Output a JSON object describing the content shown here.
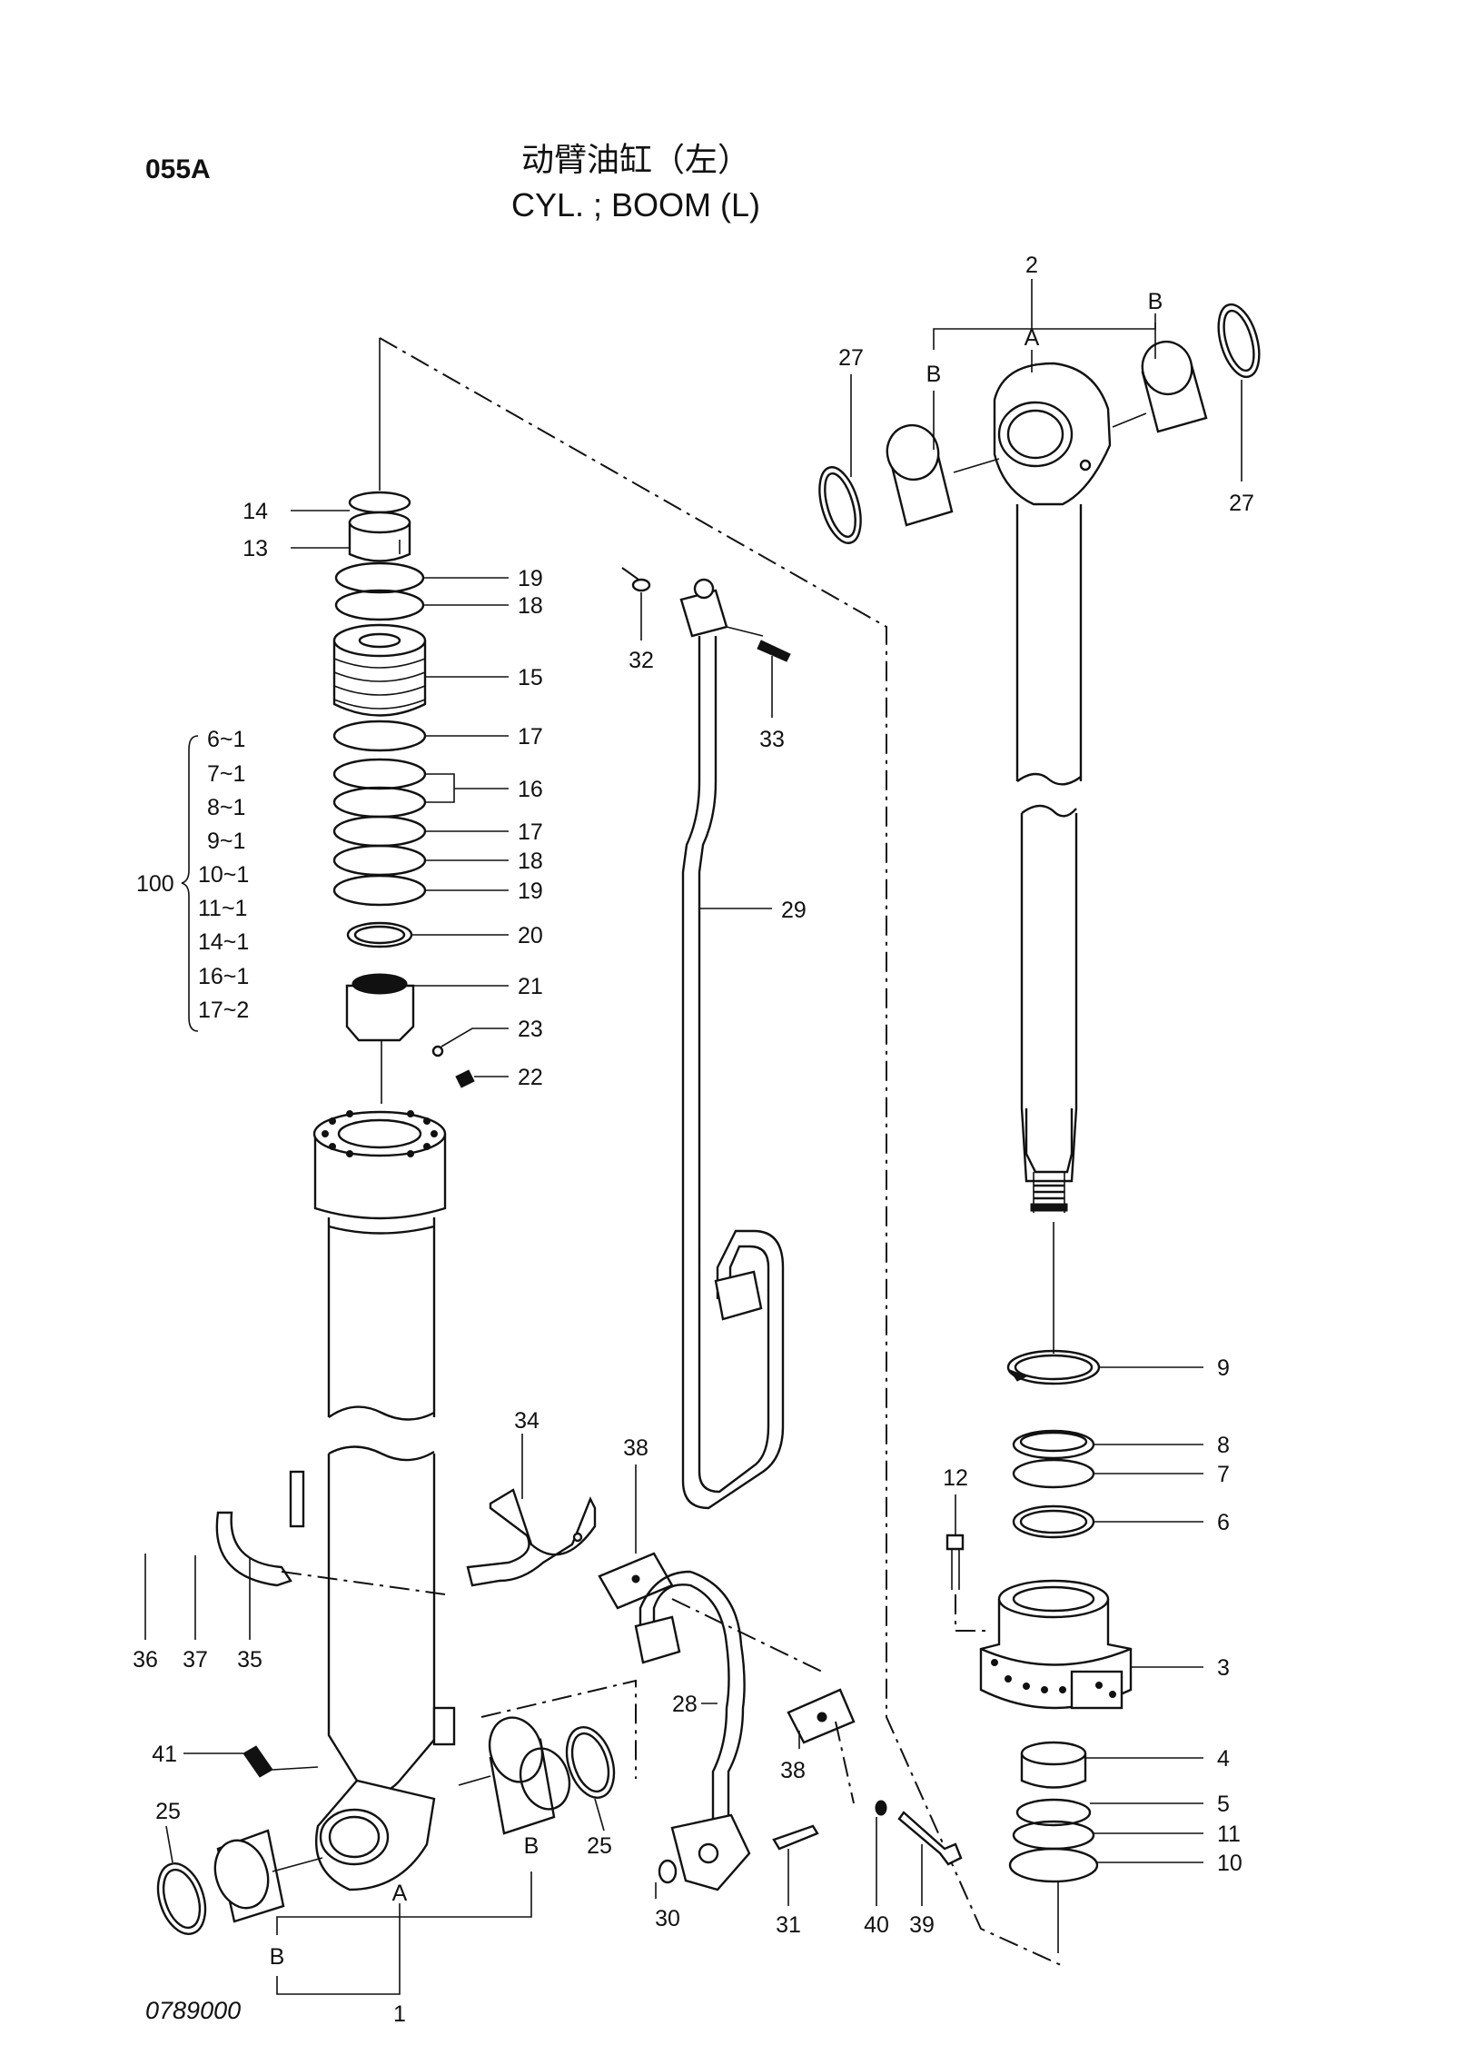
{
  "header": {
    "code": "055A",
    "title_cn": "动臂油缸（左）",
    "title_en": "CYL. ; BOOM (L)"
  },
  "footer": {
    "drawing_number": "0789000"
  },
  "kit": {
    "number": "100",
    "items": [
      "6~1",
      "7~1",
      "8~1",
      "9~1",
      "10~1",
      "11~1",
      "14~1",
      "16~1",
      "17~2"
    ]
  },
  "labels": {
    "p1": "1",
    "p2": "2",
    "p3": "3",
    "p4": "4",
    "p5": "5",
    "p6": "6",
    "p7": "7",
    "p8": "8",
    "p9": "9",
    "p10": "10",
    "p11": "11",
    "p12": "12",
    "p13": "13",
    "p14": "14",
    "p15": "15",
    "p16": "16",
    "p17a": "17",
    "p17b": "17",
    "p18a": "18",
    "p18b": "18",
    "p19a": "19",
    "p19b": "19",
    "p20": "20",
    "p21": "21",
    "p22": "22",
    "p23": "23",
    "p25a": "25",
    "p25b": "25",
    "p27a": "27",
    "p27b": "27",
    "p28": "28",
    "p29": "29",
    "p30": "30",
    "p31": "31",
    "p32": "32",
    "p33": "33",
    "p34": "34",
    "p35": "35",
    "p36": "36",
    "p37": "37",
    "p38a": "38",
    "p38b": "38",
    "p39": "39",
    "p40": "40",
    "p41": "41",
    "A1": "A",
    "B1a": "B",
    "B1b": "B",
    "A2": "A",
    "B2a": "B",
    "B2b": "B"
  }
}
